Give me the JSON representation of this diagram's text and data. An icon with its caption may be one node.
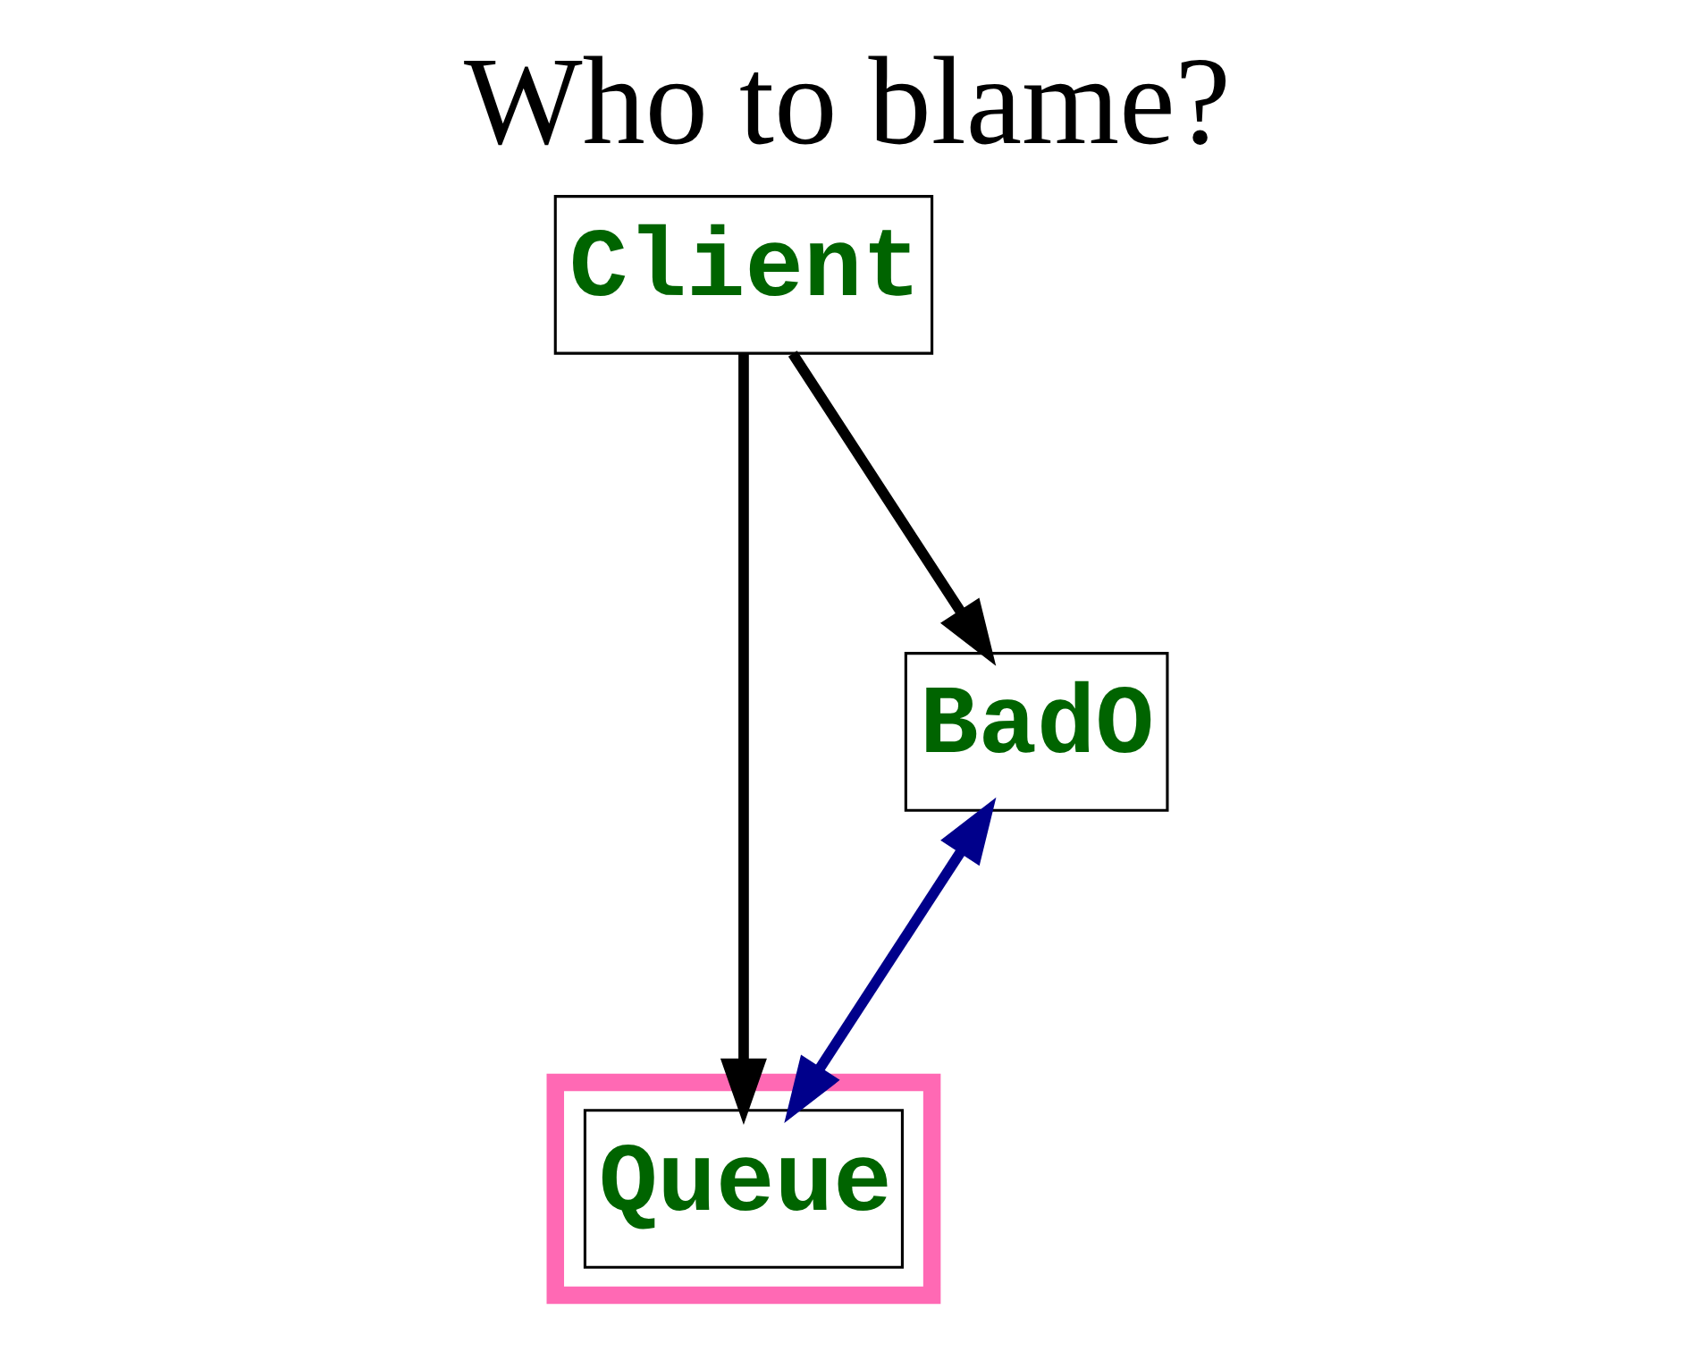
{
  "diagram": {
    "title": "Who to blame?",
    "nodes": [
      {
        "text": [
          "Client"
        ]
      },
      {
        "text": [],
        "shape": "star"
      },
      {
        "text": [
          "Queue"
        ],
        "in": 1
      },
      {
        "text": [
          "BadO"
        ]
      }
    ],
    "edges": [
      {
        "from": 0,
        "to": 2,
        "arrow": "to"
      },
      {
        "from": 0,
        "to": 3,
        "arrow": "to"
      },
      {
        "from": 3,
        "to": 2,
        "arrow": "both",
        "color": "#00008b"
      }
    ]
  }
}
